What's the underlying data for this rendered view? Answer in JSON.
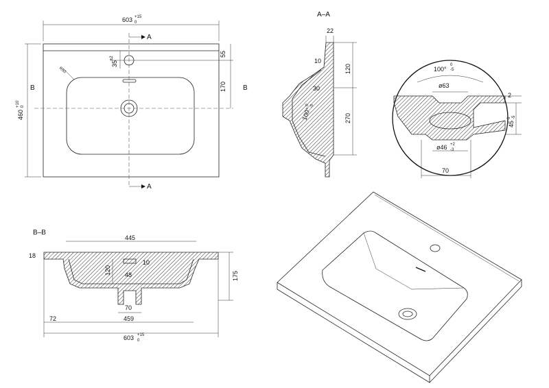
{
  "views": {
    "top": {
      "width": "603",
      "width_tol_up": "+15",
      "width_tol_dn": "0",
      "depth": "460",
      "depth_tol_up": "+10",
      "depth_tol_dn": "0",
      "tap_pos": "35",
      "tap_pos_tol": "±2",
      "edge_band": "55",
      "bowl_offset": "170",
      "radius": "R50",
      "section_a": "A",
      "section_b": "B"
    },
    "section_aa": {
      "title": "A–A",
      "wall": "22",
      "height": "120",
      "lip": "10",
      "angle": "30",
      "draft_angle": "100°",
      "draft_tol_up": "0",
      "draft_tol_dn": "-5",
      "depth": "270"
    },
    "detail": {
      "angle": "100°",
      "angle_tol_up": "0",
      "angle_tol_dn": "-5",
      "diameter_top": "ø63",
      "diameter_bottom": "ø46",
      "dia_tol_up": "+2",
      "dia_tol_dn": "-3",
      "thickness": "2",
      "depth": "45",
      "depth_tol_up": "0",
      "depth_tol_dn": "-5",
      "width": "70"
    },
    "section_bb": {
      "title": "B–B",
      "bowl_width": "445",
      "rim": "18",
      "depth": "120",
      "overflow_h": "10",
      "overflow_w": "48",
      "total_height": "175",
      "drain_w": "70",
      "left_offset": "72",
      "inner_width": "459",
      "width": "603",
      "width_tol_up": "+15",
      "width_tol_dn": "0"
    }
  }
}
